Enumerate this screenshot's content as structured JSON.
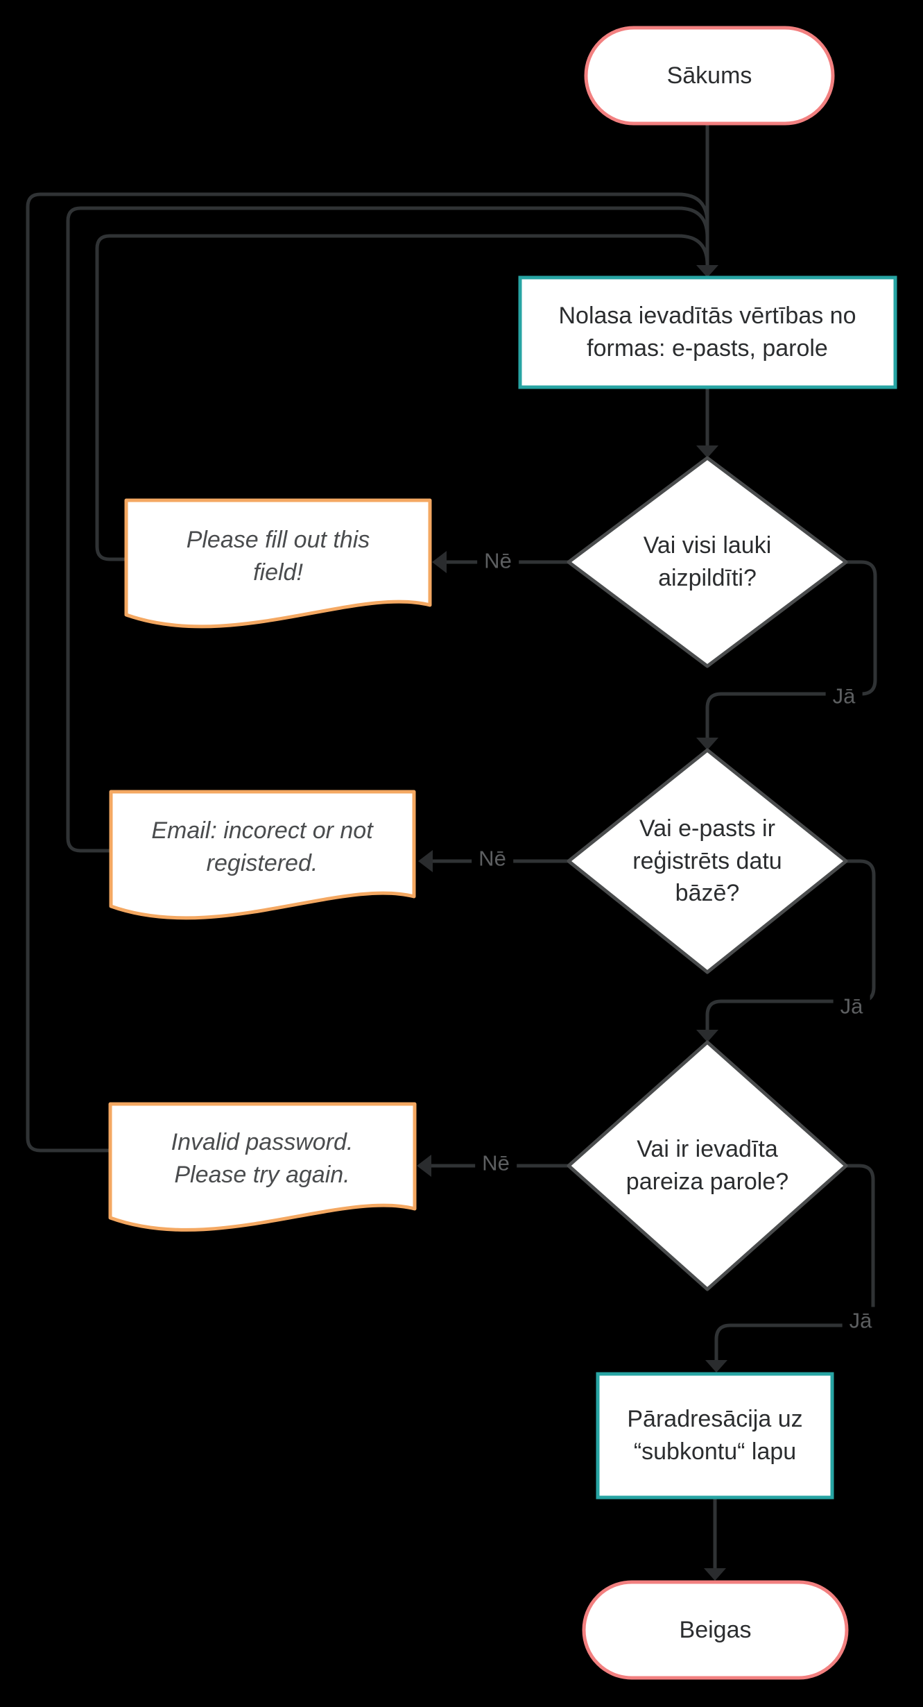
{
  "diagram": {
    "background_color": "#000000",
    "colors": {
      "terminator_border": "#f28080",
      "process_border": "#27a4a3",
      "document_border": "#f4a862",
      "decision_border": "#4a4c4d",
      "connector_line": "#303335",
      "arrowhead": "#2a2c2e",
      "shape_fill": "#ffffff",
      "node_text": "#2b2d2f",
      "document_text": "#4a4c4e",
      "edge_label_text": "#5d5f61"
    },
    "nodes": {
      "start": {
        "type": "terminator",
        "label": "Sākums"
      },
      "read_form": {
        "type": "process",
        "label": "Nolasa ievadītās vērtības no formas: e-pasts, parole"
      },
      "fields_filled": {
        "type": "decision",
        "label": "Vai visi lauki aizpildīti?"
      },
      "fill_field_msg": {
        "type": "document",
        "label": "Please fill out this field!"
      },
      "email_registered": {
        "type": "decision",
        "label": "Vai e-pasts ir reģistrēts datu bāzē?"
      },
      "email_error_msg": {
        "type": "document",
        "label": "Email: incorect or not registered."
      },
      "password_correct": {
        "type": "decision",
        "label": "Vai ir ievadīta pareiza parole?"
      },
      "password_error_msg": {
        "type": "document",
        "label": "Invalid password. Please try again."
      },
      "redirect": {
        "type": "process",
        "label": "Pāradresācija uz “subkontu“ lapu"
      },
      "end": {
        "type": "terminator",
        "label": "Beigas"
      }
    },
    "edge_labels": {
      "no_1": "Nē",
      "yes_1": "Jā",
      "no_2": "Nē",
      "yes_2": "Jā",
      "no_3": "Nē",
      "yes_3": "Jā"
    }
  }
}
